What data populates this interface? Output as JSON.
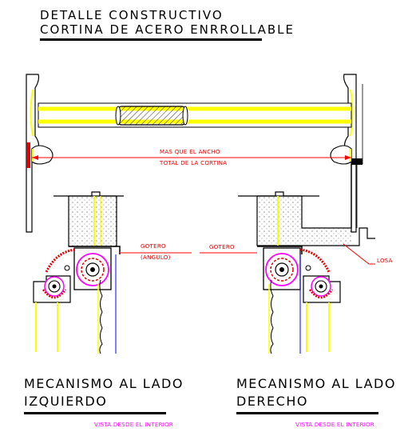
{
  "title": {
    "line1": "DETALLE CONSTRUCTIVO",
    "line2": "CORTINA DE ACERO ENRROLLABLE"
  },
  "dimension": {
    "line1": "MAS QUE EL ANCHO",
    "line2": "TOTAL DE LA CORTINA"
  },
  "labels": {
    "gotero_left_1": "GOTERO",
    "gotero_left_2": "(ANGULO)",
    "gotero_right": "GOTERO",
    "losa": "LOSA"
  },
  "captions": {
    "left_1": "MECANISMO AL LADO",
    "left_2": "IZQUIERDO",
    "right_1": "MECANISMO AL LADO",
    "right_2": "DERECHO",
    "view_left": "VISTA DESDE EL INTERIOR",
    "view_right": "VISTA DESDE EL INTERIOR"
  },
  "colors": {
    "background": "#ffffff",
    "outline": "#000000",
    "steel": "#ffff00",
    "annotation": "#ff0000",
    "mechanism": "#ff00ff",
    "guide": "#0000ff"
  }
}
